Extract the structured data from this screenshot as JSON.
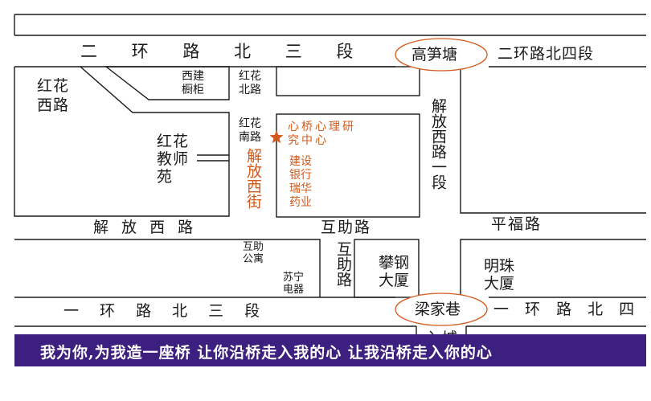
{
  "colors": {
    "road_line": "#1a1a1a",
    "highlight": "#d35a1c",
    "banner_bg": "#3c1f7e",
    "banner_text": "#ffffff"
  },
  "roads": {
    "er_huan_north_3": "二 环 路 北 三 段",
    "gao_sun_tang": "高笋塘",
    "er_huan_north_4": "二环路北四段",
    "hong_hua_xi_lu": "红花西路",
    "hong_hua_bei_lu": "红花北路",
    "hong_hua_nan_lu": "红花南路",
    "jie_fang_xi_jie": "解放西街",
    "jie_fang_xi_lu_yi_duan": "解放西路一段",
    "jie_fang_xi_lu": "解 放 西 路",
    "hu_zhu_lu_horizontal": "互助路",
    "hu_zhu_lu_vertical": "互助路",
    "ping_fu_lu": "平福路",
    "yi_huan_north_3": "一 环 路 北 三 段",
    "liang_jia_xiang": "梁家巷",
    "yi_huan_north_4": "一 环 路 北 四 段",
    "ru_cheng": "入城"
  },
  "places": {
    "xi_jian_chu_gui": "西建橱柜",
    "hong_hua_jiao_shi_yuan": "红花教师苑",
    "target_center": "心桥心理研究中心",
    "construction_bank": "建设银行瑞华药业",
    "hu_zhu_gong_yu": "互助公寓",
    "suning": "苏宁电器",
    "pan_gang_da_sha": "攀钢大厦",
    "ming_zhu_da_sha": "明珠大厦"
  },
  "banner": {
    "slogan": "我为你,为我造一座桥 让你沿桥走入我的心 让我沿桥走入你的心"
  }
}
